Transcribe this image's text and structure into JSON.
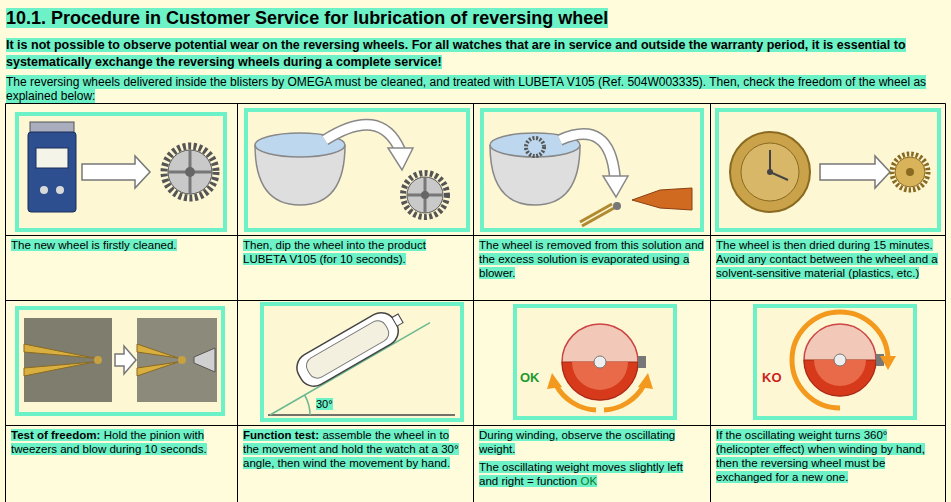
{
  "diagram": {
    "title": "10.1. Procedure in Customer Service for lubrication of reversing wheel",
    "labels": [
      "It is not possible to observe potential wear on the reversing wheels. For all watches that are in service and outside the warranty period, it is essential to systematically exchange the reversing wheels during a complete service!",
      "The reversing wheels delivered inside the blisters by OMEGA must be cleaned, and treated with LUBETA V105 (Ref. 504W003335). Then, check the freedom of the wheel as explained below:",
      "The new wheel is firstly cleaned.",
      "Then, dip the wheel into the product LUBETA V105 (for 10 seconds).",
      "The wheel is removed from this solution and the excess solution is evaporated using a blower.",
      "The wheel is then dried during 15 minutes. Avoid any contact between the wheel and a solvent-sensitive material (plastics, etc.)",
      "30°",
      "OK",
      "KO",
      "Test of freedom:",
      "Hold the pinion with tweezers and blow during 10 seconds.",
      "Function test:",
      "assemble the wheel in to the movement and hold the watch at a 30° angle, then wind the movement by hand.",
      "During winding, observe the oscillating weight.",
      "The oscillating weight moves slightly left and right = function",
      "OK",
      "If the oscillating weight turns 360° (helicopter effect) when winding by hand, then the reversing wheel must be exchanged for a new one."
    ]
  }
}
